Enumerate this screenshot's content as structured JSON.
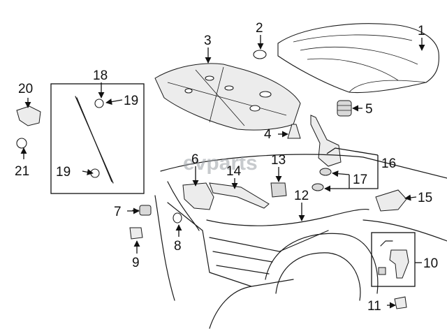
{
  "watermark": "evparts",
  "callouts": [
    "1",
    "2",
    "3",
    "4",
    "5",
    "6",
    "7",
    "8",
    "9",
    "10",
    "11",
    "12",
    "13",
    "14",
    "15",
    "16",
    "17",
    "18",
    "19",
    "19",
    "20",
    "21"
  ],
  "colors": {
    "ink": "#111111",
    "fill_gray": "#d9d9d9",
    "watermark": "#9aa0a6"
  }
}
